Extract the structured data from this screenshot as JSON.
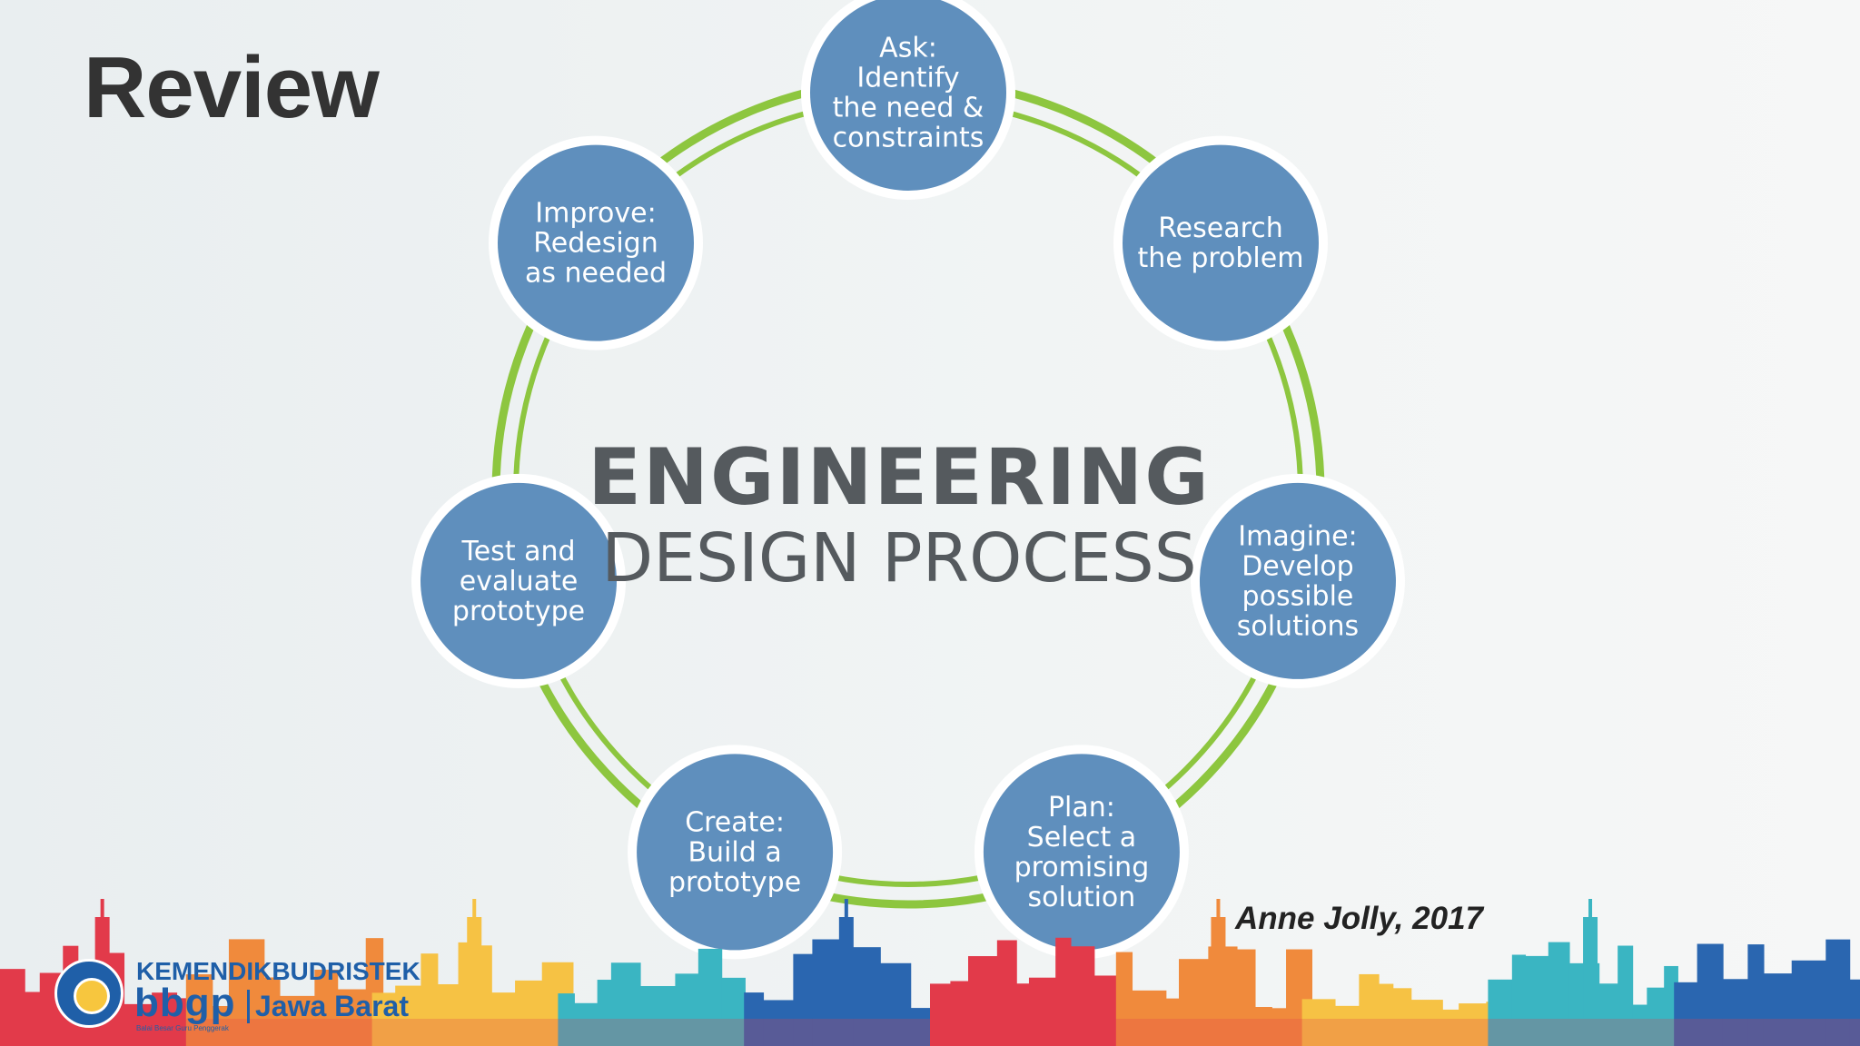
{
  "slide": {
    "title": "Review",
    "citation": "Anne Jolly, 2017"
  },
  "diagram": {
    "center_title": "ENGINEERING",
    "center_subtitle": "DESIGN PROCESS",
    "node_color": "#5f8fbd",
    "ring_color": "#8dc63f",
    "steps": [
      {
        "lines": [
          "Ask:",
          "Identify",
          "the need &",
          "constraints"
        ]
      },
      {
        "lines": [
          "Research",
          "the problem"
        ]
      },
      {
        "lines": [
          "Imagine:",
          "Develop",
          "possible",
          "solutions"
        ]
      },
      {
        "lines": [
          "Plan:",
          "Select a",
          "promising",
          "solution"
        ]
      },
      {
        "lines": [
          "Create:",
          "Build a",
          "prototype"
        ]
      },
      {
        "lines": [
          "Test and",
          "evaluate",
          "prototype"
        ]
      },
      {
        "lines": [
          "Improve:",
          "Redesign",
          "as needed"
        ]
      }
    ]
  },
  "logo": {
    "org": "KEMENDIKBUDRISTEK",
    "unit": "bbgp",
    "region": "Jawa Barat",
    "tagline": "Balai Besar Guru Penggerak"
  }
}
